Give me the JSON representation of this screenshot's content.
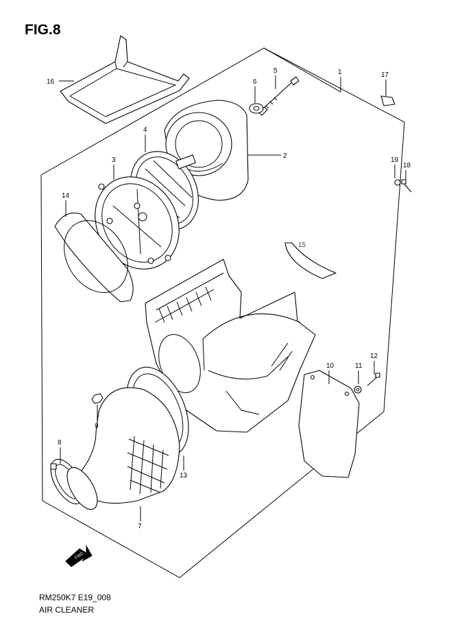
{
  "header": {
    "figure_label": "FIG.8"
  },
  "footer": {
    "model_code": "RM250K7 E19_008",
    "caption": "AIR CLEANER"
  },
  "callouts": [
    {
      "id": "1",
      "label": "1"
    },
    {
      "id": "2",
      "label": "2"
    },
    {
      "id": "3",
      "label": "3"
    },
    {
      "id": "4",
      "label": "4"
    },
    {
      "id": "5",
      "label": "5"
    },
    {
      "id": "6",
      "label": "6"
    },
    {
      "id": "7",
      "label": "7"
    },
    {
      "id": "8",
      "label": "8"
    },
    {
      "id": "9",
      "label": "9"
    },
    {
      "id": "10",
      "label": "10"
    },
    {
      "id": "11",
      "label": "11"
    },
    {
      "id": "12",
      "label": "12"
    },
    {
      "id": "13",
      "label": "13"
    },
    {
      "id": "14",
      "label": "14"
    },
    {
      "id": "15",
      "label": "15"
    },
    {
      "id": "16",
      "label": "16"
    },
    {
      "id": "17",
      "label": "17"
    },
    {
      "id": "18",
      "label": "18"
    },
    {
      "id": "19",
      "label": "19"
    }
  ],
  "direction_marker": {
    "text": "FWD",
    "icon": "fwd-arrow-icon"
  }
}
